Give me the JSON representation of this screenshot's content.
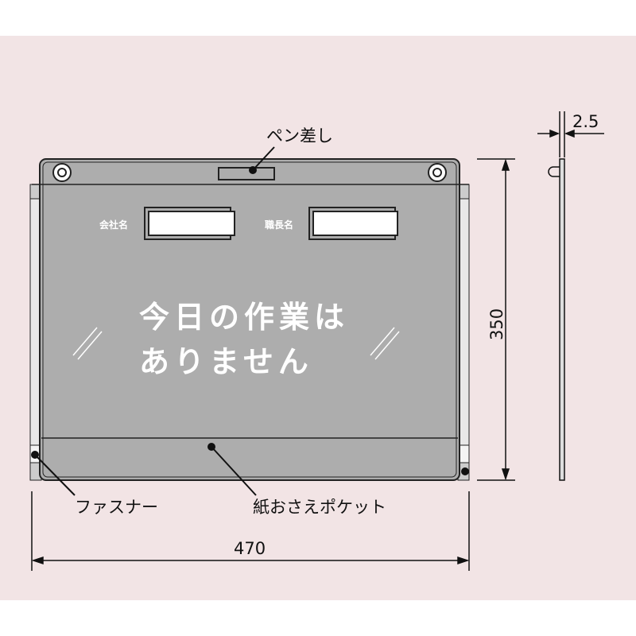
{
  "colors": {
    "background": "#f2e4e5",
    "board": "#adadad",
    "line": "#222222"
  },
  "labels": {
    "pen_holder": "ペン差し",
    "fastener": "ファスナー",
    "paper_pocket": "紙おさえポケット",
    "company_name": "会社名",
    "foreman_name": "職長名"
  },
  "board_text": {
    "line1": "今日の作業は",
    "line2": "ありません"
  },
  "dimensions": {
    "width": "470",
    "height": "350",
    "thickness": "2.5"
  }
}
